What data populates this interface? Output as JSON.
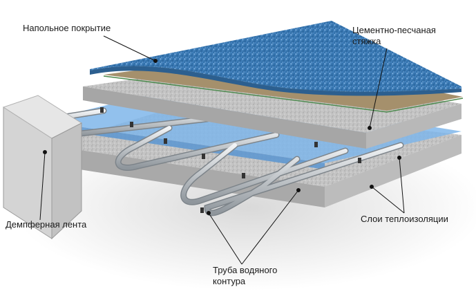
{
  "labels": {
    "floor_covering": "Напольное покрытие",
    "screed_line1": "Цементно-песчаная",
    "screed_line2": "стяжка",
    "damper_tape": "Демпферная лента",
    "insulation_layers": "Слои теплоизоляции",
    "pipe_line1": "Труба водяного",
    "pipe_line2": "контура"
  },
  "colors": {
    "floor_covering": "#3f7fb8",
    "screed": "#bdbdbd",
    "insulation_film": "#7fb6ea",
    "pipe": "#c8cdd2",
    "damper": "#d4d4d4",
    "leader": "#111111"
  }
}
